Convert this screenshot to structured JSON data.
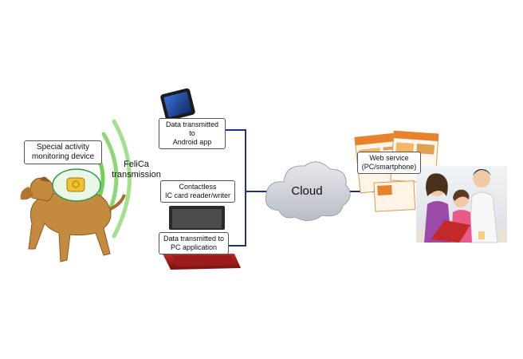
{
  "device_label": {
    "line1": "Special activity",
    "line2": "monitoring device"
  },
  "felica_label": {
    "line1": "FeliCa",
    "line2": "transmission"
  },
  "android_label": {
    "line1": "Data transmitted to",
    "line2": "Android app"
  },
  "reader_label": {
    "line1": "Contactless",
    "line2": "IC card reader/writer"
  },
  "pc_label": {
    "line1": "Data transmitted to",
    "line2": "PC application"
  },
  "cloud_label": "Cloud",
  "web_label": {
    "line1": "Web service",
    "line2": "(PC/smartphone)"
  },
  "colors": {
    "connector": "#1f2f8f",
    "wave": "#66cc44",
    "cloud": "#cfd2d8"
  },
  "icons": [
    "dog-icon",
    "activity-tag-icon",
    "smartphone-icon",
    "laptop-icon",
    "cloud-icon",
    "website-screenshots-icon",
    "family-photo-icon"
  ]
}
